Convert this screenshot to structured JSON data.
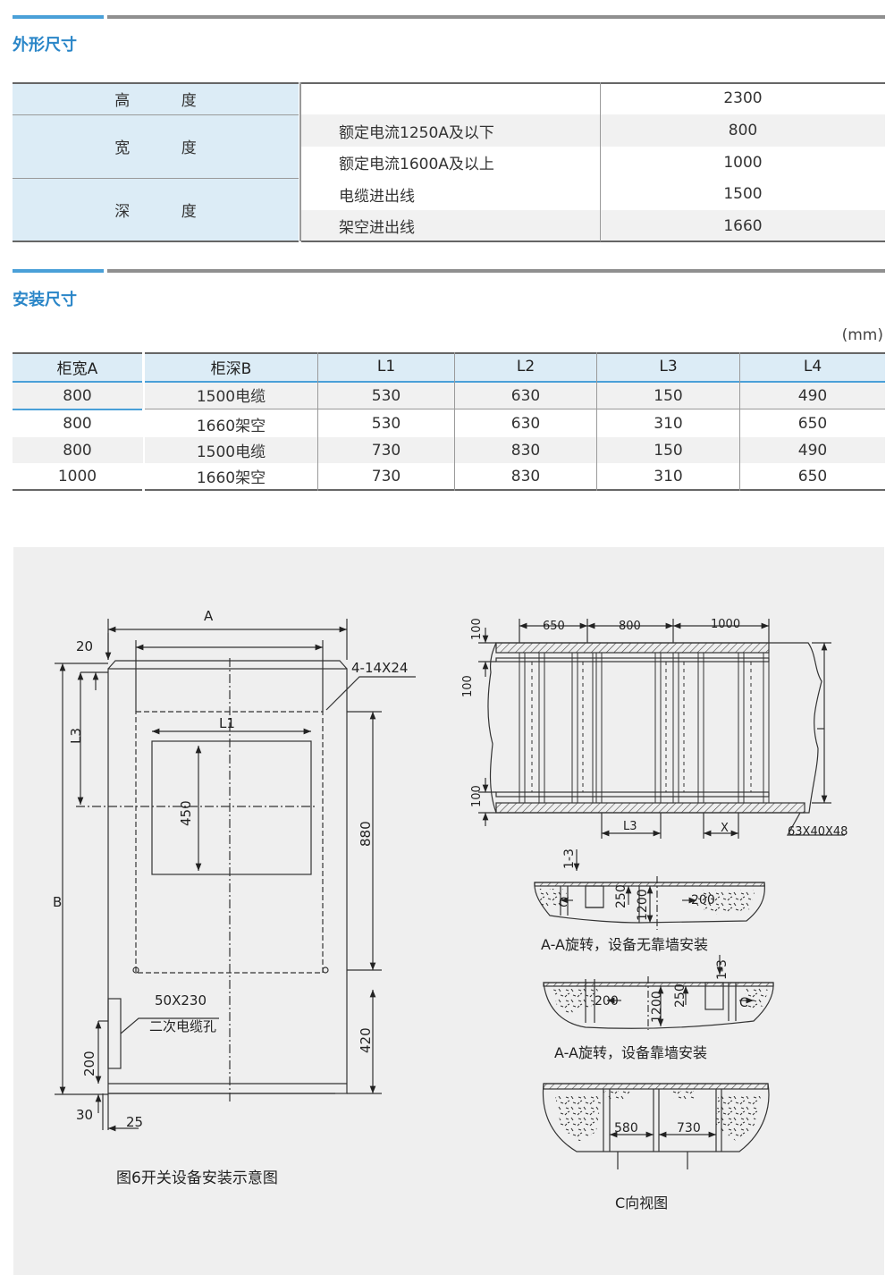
{
  "sections": {
    "outline_title": "外形尺寸",
    "install_title": "安装尺寸"
  },
  "dimensions_table": {
    "height_label": "高 度",
    "width_label": "宽 度",
    "depth_label": "深 度",
    "height_value": "2300",
    "width_rows": [
      {
        "condition": "额定电流1250A及以下",
        "value": "800"
      },
      {
        "condition": "额定电流1600A及以上",
        "value": "1000"
      }
    ],
    "depth_rows": [
      {
        "condition": "电缆进出线",
        "value": "1500"
      },
      {
        "condition": "架空进出线",
        "value": "1660"
      }
    ]
  },
  "install_table": {
    "unit": "(mm)",
    "headers": [
      "柜宽A",
      "柜深B",
      "L1",
      "L2",
      "L3",
      "L4"
    ],
    "rows": [
      [
        "800",
        "1500电缆",
        "530",
        "630",
        "150",
        "490"
      ],
      [
        "800",
        "1660架空",
        "530",
        "630",
        "310",
        "650"
      ],
      [
        "800",
        "1500电缆",
        "730",
        "830",
        "150",
        "490"
      ],
      [
        "1000",
        "1660架空",
        "730",
        "830",
        "310",
        "650"
      ]
    ]
  },
  "figure": {
    "caption_left": "图6开关设备安装示意图",
    "left": {
      "A": "A",
      "B": "B",
      "L1": "L1",
      "L3": "L3",
      "d20": "20",
      "holes": "4-14X24",
      "d450": "450",
      "d880": "880",
      "d420": "420",
      "cable_hole_size": "50X230",
      "cable_hole_label": "二次电缆孔",
      "d200": "200",
      "d30": "30",
      "d25": "25"
    },
    "right_top": {
      "d650": "650",
      "d800": "800",
      "d1000": "1000",
      "d100a": "100",
      "d100b": "100",
      "d100c": "100",
      "L3": "L3",
      "X": "X",
      "steel": "63X40X48"
    },
    "aa1": {
      "sec": "1-3",
      "C": "C",
      "d250": "250",
      "d1200": "1200",
      "d200": "200",
      "caption": "A-A旋转，设备无靠墙安装"
    },
    "aa2": {
      "sec": "1-3",
      "C": "C",
      "d250": "250",
      "d1200": "1200",
      "d200": "200",
      "caption": "A-A旋转，设备靠墙安装"
    },
    "cview": {
      "d580": "580",
      "d730": "730",
      "caption": "C向视图"
    }
  }
}
